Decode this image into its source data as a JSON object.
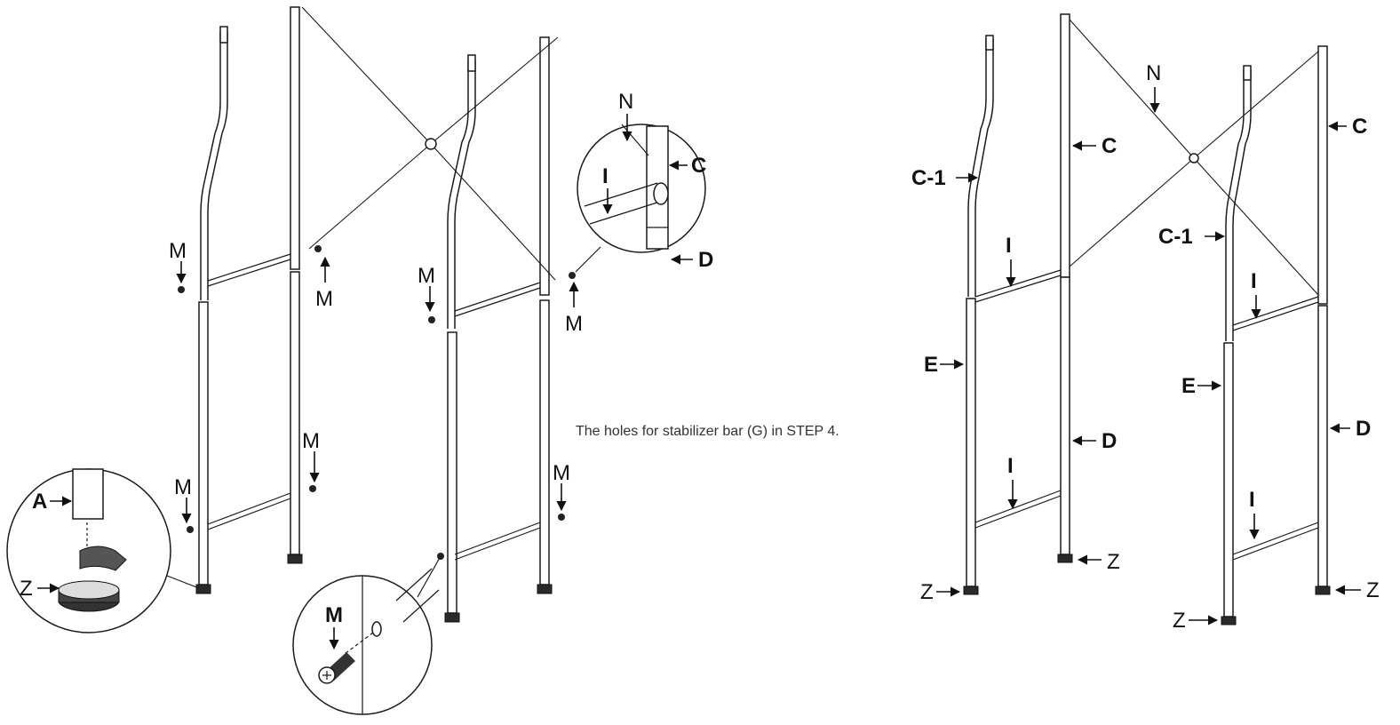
{
  "note": "The holes for stabilizer bar (G) in STEP 4.",
  "labels": {
    "A": "A",
    "C": "C",
    "C1": "C-1",
    "D": "D",
    "E": "E",
    "I": "I",
    "M": "M",
    "N": "N",
    "Z": "Z"
  },
  "colors": {
    "line": "#1a1a1a",
    "foot": "#2a2a2a"
  }
}
